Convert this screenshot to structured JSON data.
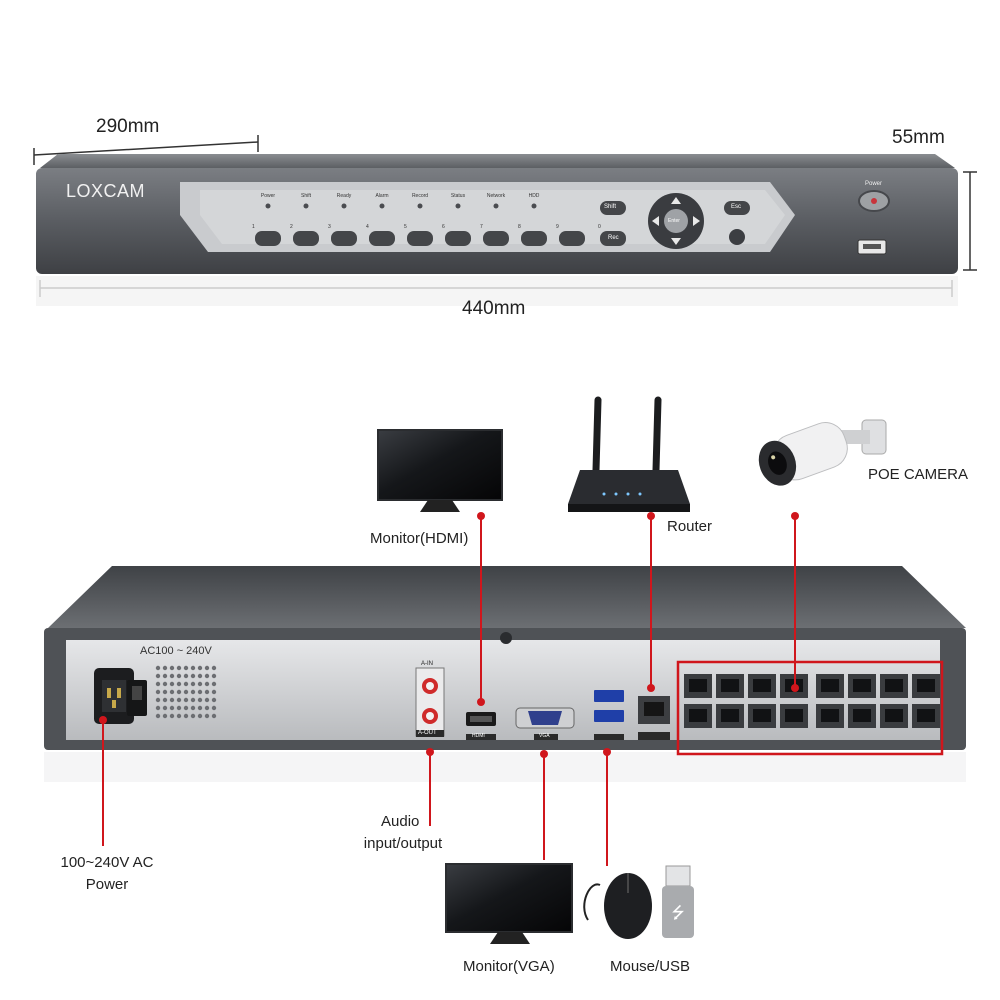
{
  "dimensions": {
    "depth": "290mm",
    "height": "55mm",
    "width": "440mm"
  },
  "front_panel": {
    "brand": "LOXCAM",
    "indicators": [
      "Power",
      "Shift",
      "Ready",
      "Alarm",
      "Record",
      "Status",
      "Network",
      "HDD"
    ],
    "button_numbers": [
      "1",
      "2",
      "3",
      "4",
      "5",
      "6",
      "7",
      "8",
      "9",
      "0"
    ],
    "shift_button": "Shift",
    "esc_button": "Esc",
    "enter_button": "Enter",
    "rec_button": "Rec",
    "power_label": "Power"
  },
  "rear_panel": {
    "ac_label": "AC100 ~ 240V",
    "audio_in": "A-IN",
    "audio_out": "A-OUT",
    "hdmi_tag": "HDMI",
    "vga_tag": "VGA"
  },
  "connections": {
    "monitor_hdmi": "Monitor(HDMI)",
    "router": "Router",
    "poe_camera": "POE CAMERA",
    "audio_line1": "Audio",
    "audio_line2": "input/output",
    "power_line1": "100~240V AC",
    "power_line2": "Power",
    "monitor_vga": "Monitor(VGA)",
    "mouse_usb": "Mouse/USB"
  },
  "colors": {
    "callout": "#d0161c",
    "chassis": "#5b5e63",
    "panel": "#c8cacd"
  }
}
